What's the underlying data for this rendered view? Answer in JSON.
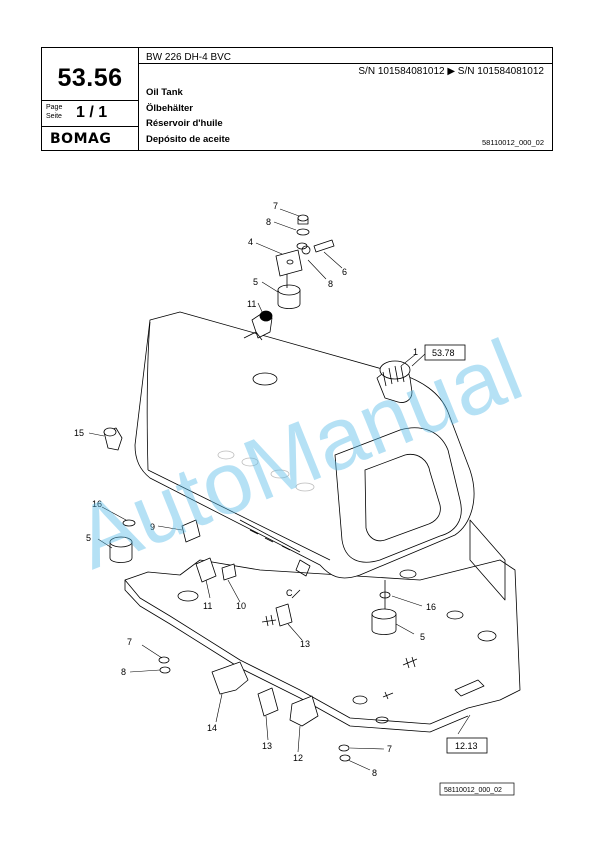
{
  "header": {
    "model": "BW 226 DH-4 BVC",
    "serial_range": "S/N 101584081012  ▶  S/N 101584081012",
    "section_number": "53.56",
    "page_label_en": "Page",
    "page_label_de": "Seite",
    "page_value": "1 / 1",
    "logo_text": "BOMAG",
    "titles": [
      "Oil Tank",
      "Ölbehälter",
      "Réservoir d'huile",
      "Depósito de aceite"
    ],
    "document_number": "58110012_000_02"
  },
  "drawing": {
    "callouts": [
      "7",
      "8",
      "4",
      "6",
      "8",
      "5",
      "11",
      "1",
      "15",
      "16",
      "9",
      "5",
      "11",
      "10",
      "C",
      "16",
      "13",
      "5",
      "7",
      "8",
      "14",
      "13",
      "12",
      "7",
      "8"
    ],
    "reference_boxes": [
      "53.78",
      "12.13"
    ],
    "footer_id": "58110012_000_02",
    "watermark": "AutoManual"
  }
}
